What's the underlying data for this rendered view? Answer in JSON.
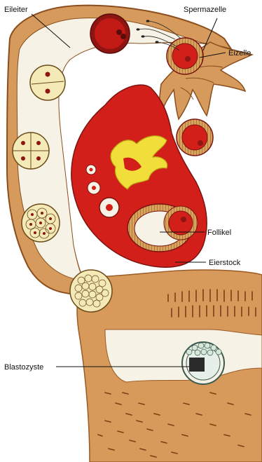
{
  "labels": {
    "eileiter": "Eileiter",
    "spermazelle": "Spermazelle",
    "eizelle": "Eizelle",
    "follikel": "Follikel",
    "eierstock": "Eierstock",
    "blastozyste": "Blastozyste"
  },
  "colors": {
    "tissue": "#d59a5c",
    "tissue_dark": "#a8652c",
    "lumen": "#f6f3e6",
    "ovary_red": "#d31f1a",
    "egg_dark": "#8e1512",
    "yellow": "#f2de3a",
    "cell_cream": "#f4eab8"
  }
}
